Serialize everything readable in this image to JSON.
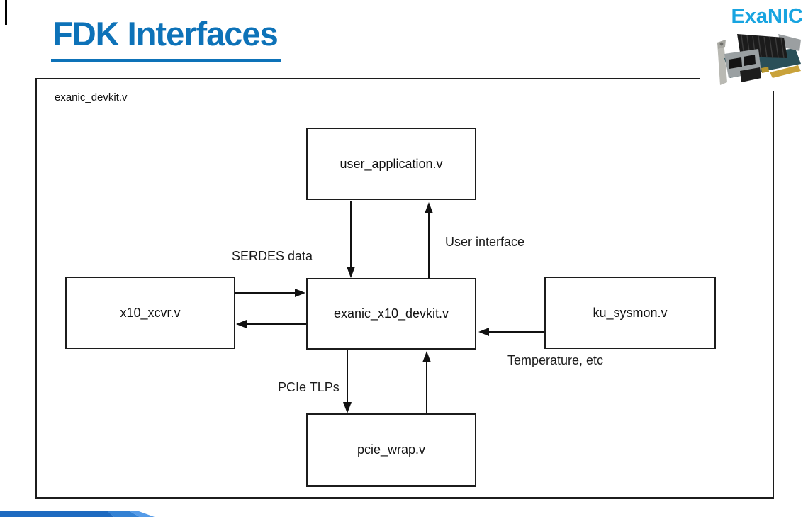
{
  "slide": {
    "title": "FDK Interfaces",
    "brand": "ExaNIC",
    "colors": {
      "title_blue": "#0d72b8",
      "brand_blue": "#18a4e0",
      "line_black": "#111111",
      "ribbon_dark": "#1e6ac0",
      "ribbon_mid": "#3381d3",
      "ribbon_light": "#559be8"
    }
  },
  "diagram": {
    "container_label": "exanic_devkit.v",
    "blocks": [
      {
        "id": "user_application",
        "label": "user_application.v"
      },
      {
        "id": "x10_xcvr",
        "label": "x10_xcvr.v"
      },
      {
        "id": "exanic_x10_devkit",
        "label": "exanic_x10_devkit.v"
      },
      {
        "id": "ku_sysmon",
        "label": "ku_sysmon.v"
      },
      {
        "id": "pcie_wrap",
        "label": "pcie_wrap.v"
      }
    ],
    "edge_labels": [
      {
        "id": "serdes",
        "text": "SERDES data"
      },
      {
        "id": "user_interface",
        "text": "User interface"
      },
      {
        "id": "temperature",
        "text": "Temperature, etc"
      },
      {
        "id": "pcie_tlps",
        "text": "PCIe TLPs"
      }
    ]
  }
}
